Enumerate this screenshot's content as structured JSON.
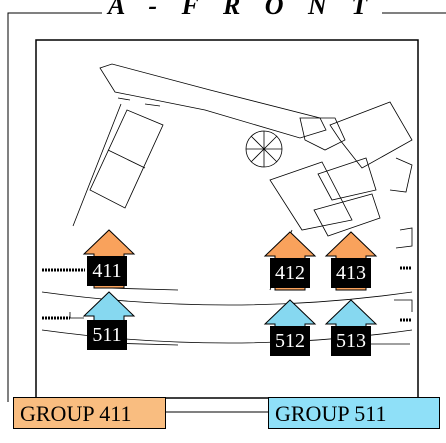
{
  "title": "A - F R O N T",
  "groups": [
    {
      "label": "GROUP 411",
      "color": "#f9bd80"
    },
    {
      "label": "GROUP 511",
      "color": "#8fe0f8"
    }
  ],
  "markers": {
    "m411": "411",
    "m412": "412",
    "m413": "413",
    "m511": "511",
    "m512": "512",
    "m513": "513"
  },
  "colors": {
    "orange_arrow": "#f9a25c",
    "blue_arrow": "#86d8f0",
    "line": "#000000"
  }
}
